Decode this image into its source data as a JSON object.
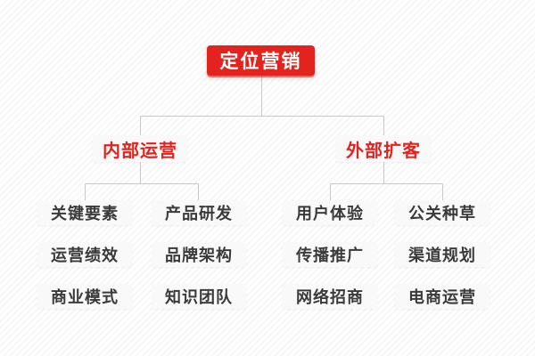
{
  "root": {
    "label": "定位营销"
  },
  "branches": [
    {
      "label": "内部运营",
      "items": [
        "关键要素",
        "产品研发",
        "运营绩效",
        "品牌架构",
        "商业模式",
        "知识团队"
      ]
    },
    {
      "label": "外部扩客",
      "items": [
        "用户体验",
        "公关种草",
        "传播推广",
        "渠道规划",
        "网络招商",
        "电商运营"
      ]
    }
  ],
  "colors": {
    "accent_red": "#e2231e",
    "leaf_text": "#3a3a3a",
    "connector_gray": "#c9c9c9",
    "node_bg": "#f9f9f9",
    "stripe": "#f0f0f0"
  }
}
